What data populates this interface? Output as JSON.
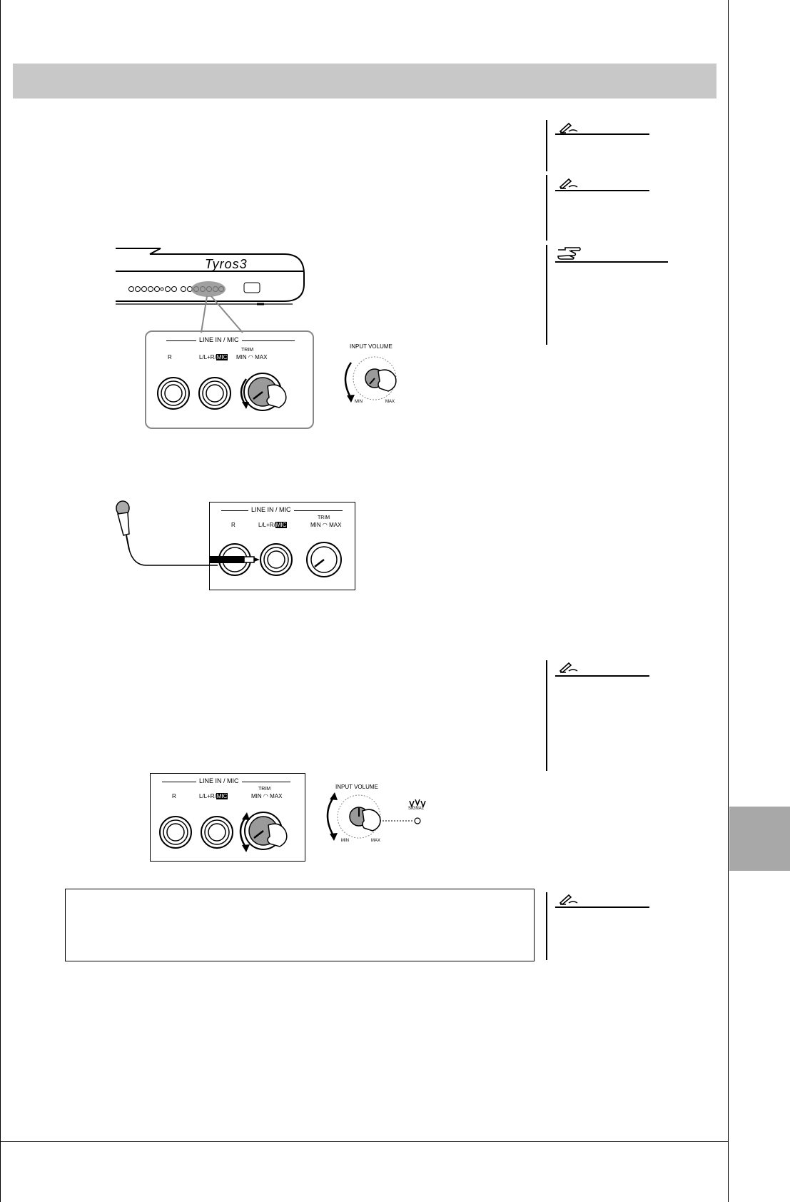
{
  "diagrams": {
    "panel_label": "LINE IN / MIC",
    "jack_r": "R",
    "jack_l_prefix": "L/L+R/",
    "jack_mic": "MIC",
    "trim_label": "TRIM",
    "trim_min": "MIN",
    "trim_max": "MAX",
    "input_volume_label": "INPUT VOLUME",
    "knob_min": "MIN",
    "knob_max": "MAX",
    "signal_label": "SIGNAL",
    "brand_logo": "Tyros3"
  },
  "icons": {
    "note": "pencil-note-icon",
    "reference": "pointing-hand-icon"
  }
}
